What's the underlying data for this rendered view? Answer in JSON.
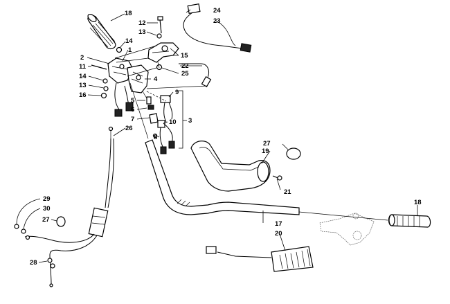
{
  "diagram": {
    "callouts": [
      "1",
      "2",
      "3",
      "4",
      "5",
      "6",
      "7",
      "8",
      "9",
      "10",
      "11",
      "12",
      "13",
      "13",
      "14",
      "14",
      "15",
      "16",
      "17",
      "18",
      "18",
      "19",
      "20",
      "21",
      "22",
      "23",
      "24",
      "25",
      "26",
      "27",
      "27",
      "28",
      "29",
      "30"
    ]
  }
}
